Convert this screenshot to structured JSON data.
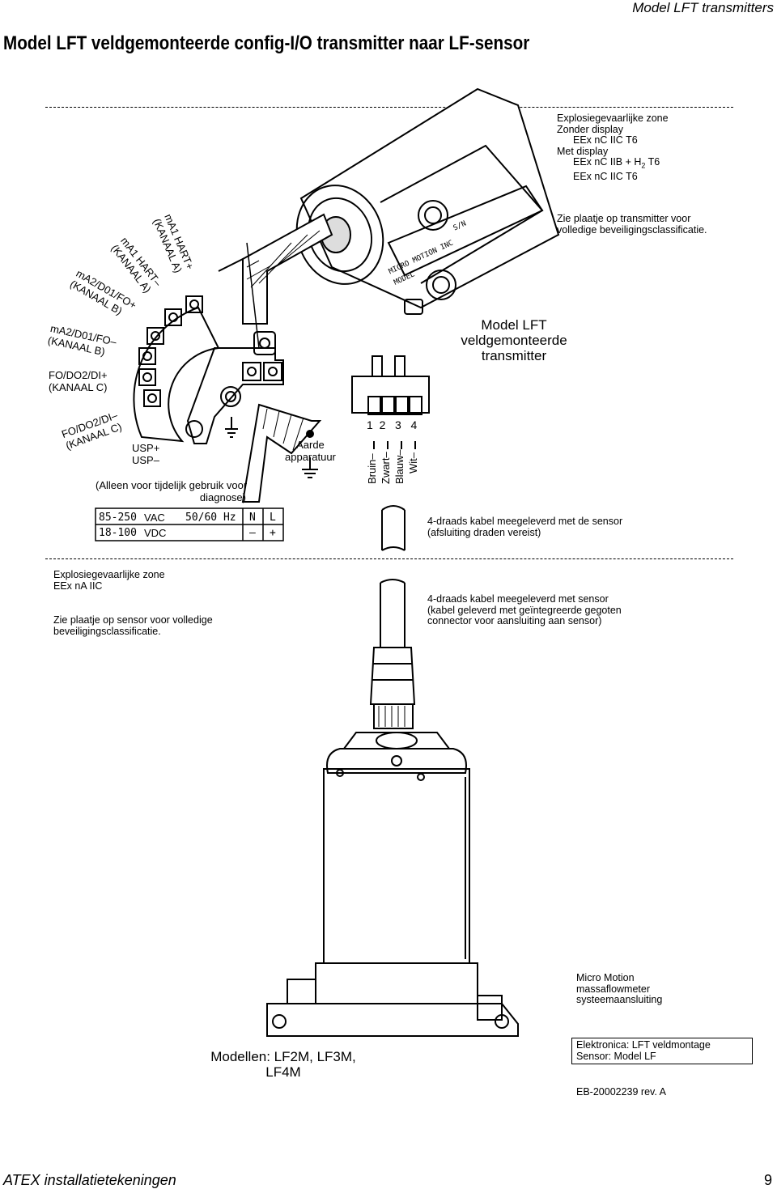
{
  "header": {
    "right": "Model LFT transmitters",
    "title": "Model LFT veldgemonteerde config-I/O transmitter naar LF-sensor"
  },
  "zone1": {
    "lines": [
      "Explosiegevaarlijke zone",
      "Zonder display",
      "EEx nC IIC T6",
      "Met display",
      "EEx nC IIB + H",
      "2",
      " T6",
      "EEx nC IIC T6"
    ],
    "note1": "Zie plaatje op transmitter voor",
    "note2": "volledige beveiligingsclassificatie."
  },
  "transmitter_label": [
    "Model LFT",
    "veldgemonteerde",
    "transmitter"
  ],
  "terminals": {
    "ma1_hart_plus": [
      "mA1 HART+",
      "(KANAAL A)"
    ],
    "ma1_hart_minus": [
      "mA1 HART–",
      "(KANAAL A)"
    ],
    "ma2_plus": [
      "mA2/D01/FO+",
      "(KANAAL B)"
    ],
    "ma2_minus": [
      "mA2/D01/FO–",
      "(KANAAL B)"
    ],
    "fo_plus": [
      "FO/DO2/DI+",
      "(KANAAL C)"
    ],
    "fo_minus": [
      "FO/DO2/DI–",
      "(KANAAL C)"
    ],
    "usp_plus": "USP+",
    "usp_minus": "USP–",
    "usp_note1": "(Alleen voor tijdelijk gebruik voor",
    "usp_note2": "diagnose)"
  },
  "ground": [
    "Aarde",
    "apparatuur"
  ],
  "plate": {
    "house": "MICRO MOTION INC",
    "model": "MODEL",
    "sn": "S/N"
  },
  "power": {
    "r1c1": "85-250",
    "r1c2": "VAC",
    "r1c3": "50/60 Hz",
    "r1c4": "N",
    "r1c5": "L",
    "r2c1": "18-100",
    "r2c2": "VDC",
    "r2c4": "–",
    "r2c5": "+"
  },
  "connector": {
    "pins": [
      "1",
      "2",
      "3",
      "4"
    ],
    "wires": [
      "Bruin–",
      "Zwart–",
      "Blauw–",
      "Wit–"
    ]
  },
  "cable_note": [
    "4-draads kabel meegeleverd met de sensor",
    "(afsluiting draden vereist)"
  ],
  "zone2": {
    "l1": "Explosiegevaarlijke zone",
    "l2": "EEx nA IIC",
    "n1": "Zie plaatje op sensor voor volledige",
    "n2": "beveiligingsclassificatie."
  },
  "cable_note2": [
    "4-draads kabel meegeleverd met sensor",
    "(kabel geleverd met geïntegreerde gegoten",
    "connector voor aansluiting aan sensor)"
  ],
  "sensor_label": [
    "Micro Motion",
    "massaflowmeter",
    "systeemaansluiting"
  ],
  "models": [
    "Modellen: LF2M, LF3M,",
    "LF4M"
  ],
  "elec_box": [
    "Elektronica: LFT veldmontage",
    "Sensor: Model LF"
  ],
  "doc_id": "EB-20002239 rev. A",
  "footer": {
    "left": "ATEX installatietekeningen",
    "right": "9"
  }
}
